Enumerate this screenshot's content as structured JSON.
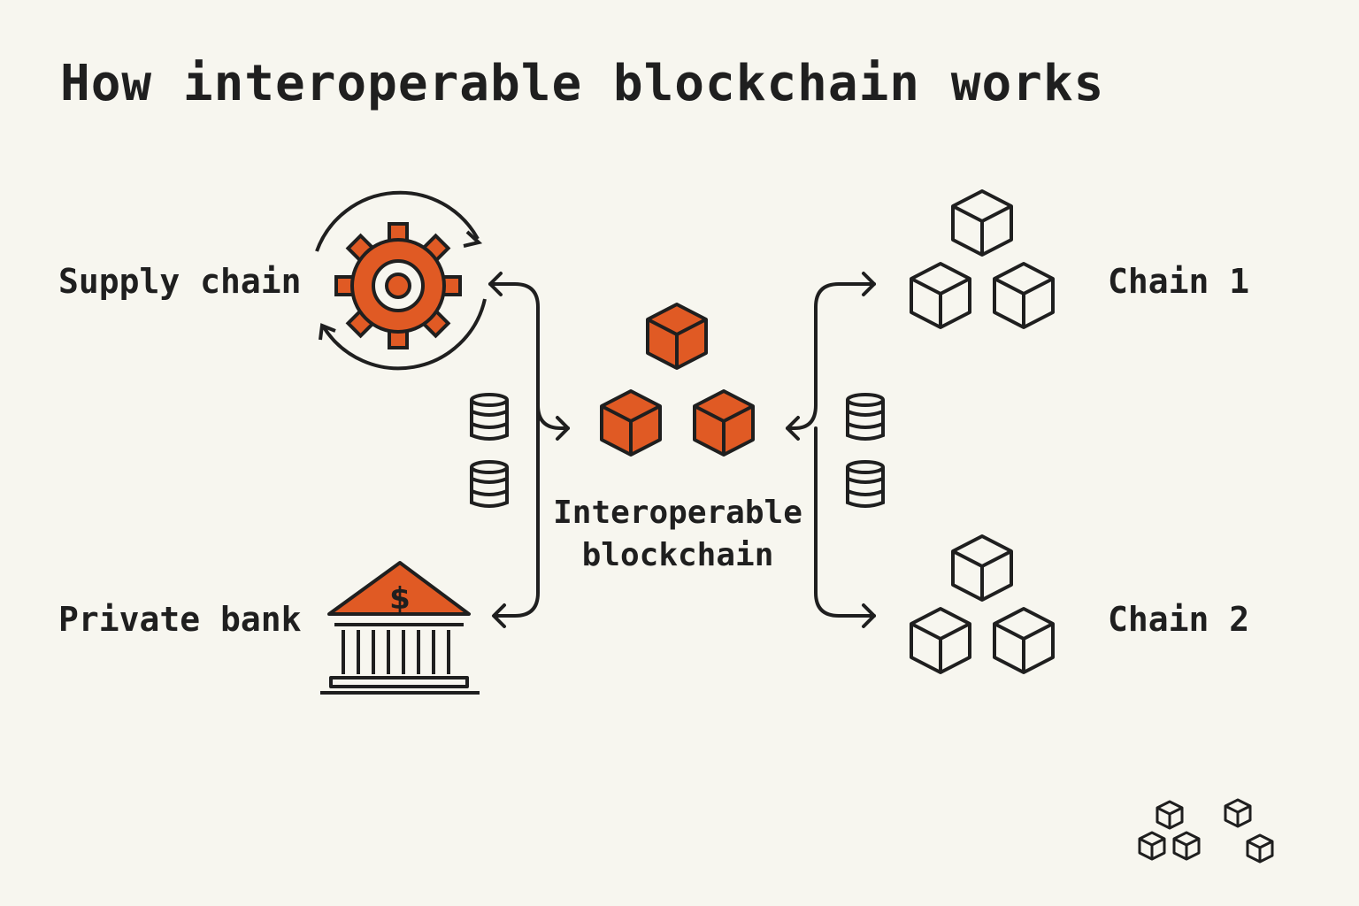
{
  "title": "How interoperable blockchain works",
  "nodes": {
    "supply_chain": "Supply chain",
    "private_bank": "Private bank",
    "center_line1": "Interoperable",
    "center_line2": "blockchain",
    "chain1": "Chain 1",
    "chain2": "Chain 2"
  },
  "bank_symbol": "$",
  "colors": {
    "accent": "#e05a24",
    "stroke": "#1f1f1f",
    "background": "#f7f6ef"
  },
  "icons": [
    "gear-icon",
    "bank-icon",
    "cube-cluster-icon",
    "database-icon",
    "blockchain-logo-icon"
  ]
}
